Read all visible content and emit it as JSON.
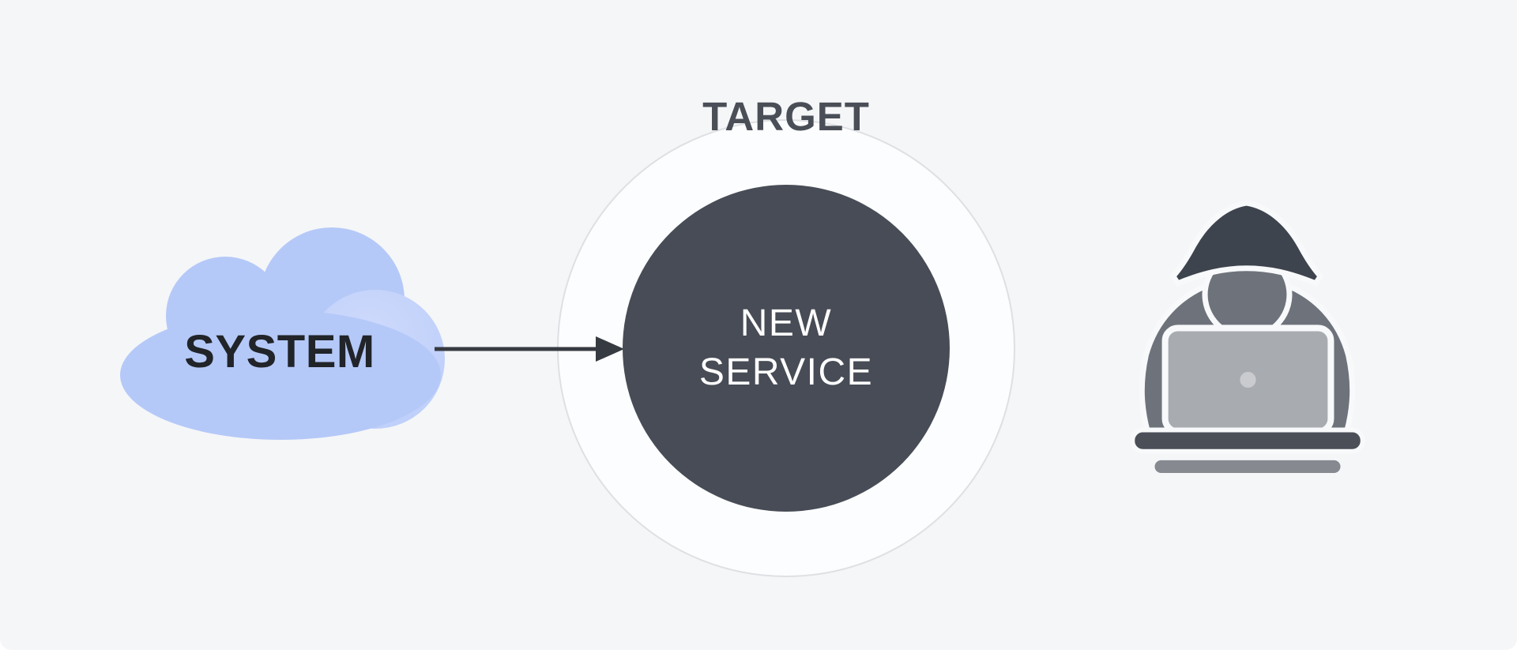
{
  "figure": {
    "background_color": "#f5f6f8",
    "cloud": {
      "label": "SYSTEM",
      "label_color": "#212429",
      "fill_color": "#b5c9f8",
      "highlight_fill_color": "#cbd8fb"
    },
    "arrow": {
      "direction": "right",
      "color": "#363a41"
    },
    "target": {
      "title": "TARGET",
      "title_color": "#4a4e57",
      "circle_label_lines": [
        "NEW",
        "SERVICE"
      ],
      "circle_fill_color": "#474c56",
      "circle_text_color": "#ffffff",
      "ring_fill_color": "#fcfdfe",
      "ring_border_color": "#dee0e3"
    },
    "hacker": {
      "hood_color": "#3e444d",
      "body_color": "#6e737b",
      "laptop_color": "#a8abb0",
      "trackpad_dot_color": "#c9cbcf",
      "desk_color": "#4a4f58",
      "shadow_bar_color": "#868990"
    }
  }
}
